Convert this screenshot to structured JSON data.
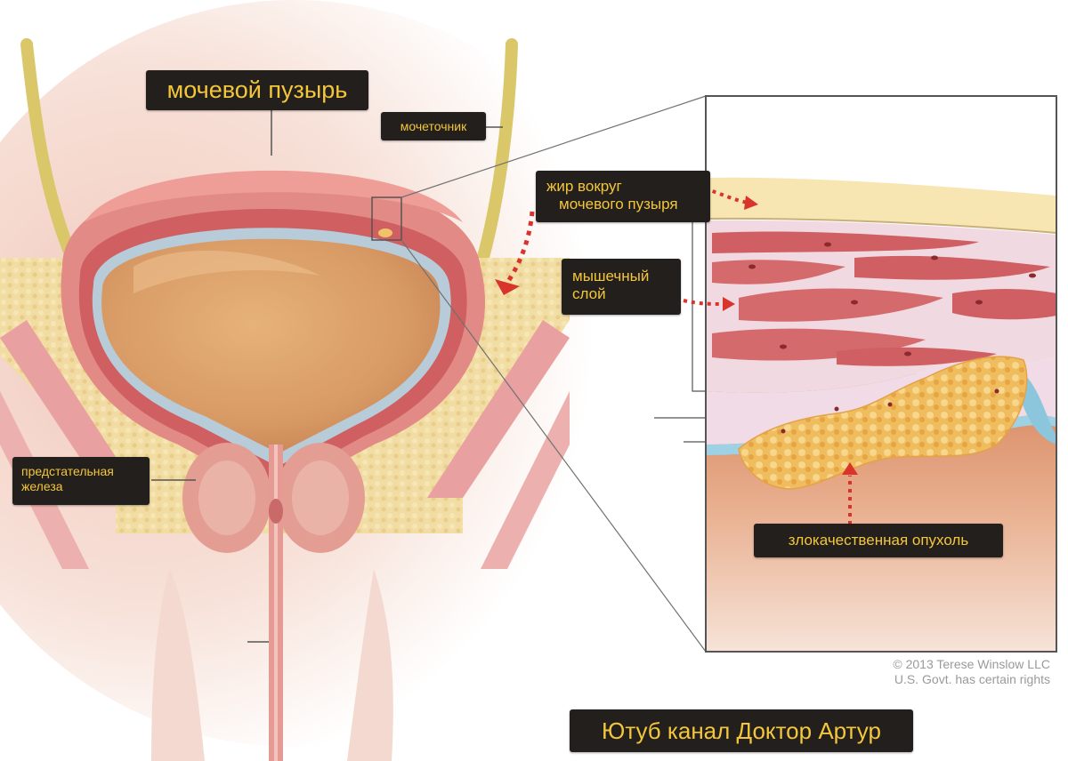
{
  "labels": {
    "bladder": "мочевой пузырь",
    "ureter": "мочеточник",
    "fat_line1": "жир вокруг",
    "fat_line2": "мочевого пузыря",
    "muscle_line1": "мышечный",
    "muscle_line2": "слой",
    "prostate_line1": "предстательная",
    "prostate_line2": "железа",
    "tumor": "злокачественная опухоль",
    "channel": "Ютуб канал Доктор Артур"
  },
  "credit": {
    "line1": "© 2013 Terese Winslow LLC",
    "line2": "U.S. Govt. has certain rights"
  },
  "colors": {
    "label_bg": "#231f1c",
    "label_text": "#f3c63c",
    "arrow": "#d9342b",
    "fat": "#f2dea6",
    "muscle": "#d9747a",
    "bladder_lumen": "#d9a36e",
    "urothelium": "#9fc0d4",
    "tumor": "#f0bd5e"
  }
}
